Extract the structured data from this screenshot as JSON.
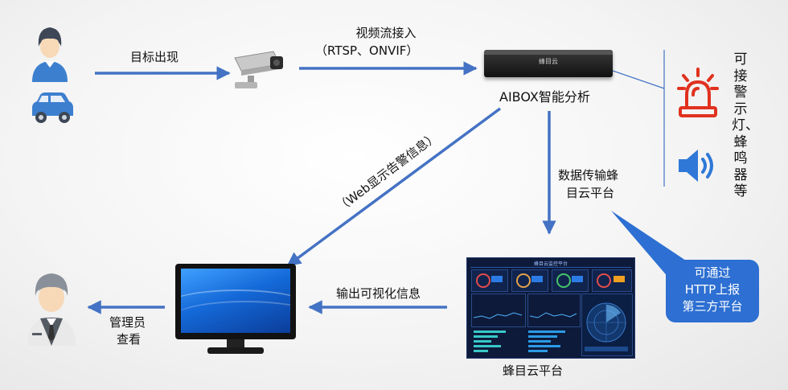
{
  "labels": {
    "target_appears": "目标出现",
    "stream_line1": "视频流接入",
    "stream_line2": "（RTSP、ONVIF）",
    "aibox": "AIBOX智能分析",
    "device_brand": "蜂目云",
    "alarm_vertical": "可接警示灯、蜂鸣器等",
    "transfer_line1": "数据传输蜂",
    "transfer_line2": "目云平台",
    "web_alert": "（Web显示告警信息）",
    "http_line1": "可通过",
    "http_line2": "HTTP上报",
    "http_line3": "第三方平台",
    "output_visual": "输出可视化信息",
    "admin_line1": "管理员",
    "admin_line2": "查看",
    "platform": "蜂目云平台",
    "dashboard_title": "蜂目云监控平台"
  },
  "icons": [
    "person-icon",
    "car-icon",
    "camera-icon",
    "aibox-device-icon",
    "alarm-light-icon",
    "speaker-icon",
    "monitor-icon",
    "manager-icon",
    "dashboard-screenshot"
  ],
  "colors": {
    "arrow": "#4472c4",
    "icon_blue": "#3d7fcf",
    "alarm_red": "#e0321f",
    "speaker_blue": "#2f78d8",
    "callout_bg": "#2d6fd2",
    "dashboard_bg": "#0d1a3a"
  }
}
